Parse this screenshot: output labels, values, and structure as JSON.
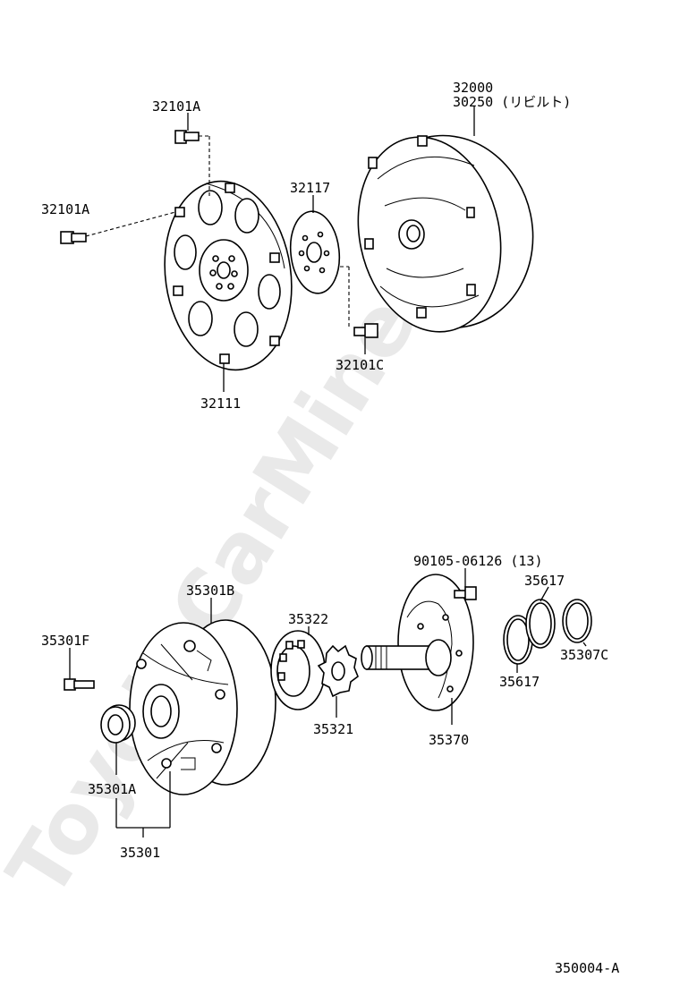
{
  "watermark": "ToyotaCarMine.ru",
  "diagram_id": "350004-A",
  "labels": {
    "p32000": "32000",
    "p30250": "30250 (リビルト)",
    "p32101A_top": "32101A",
    "p32101A_left": "32101A",
    "p32117": "32117",
    "p32101C": "32101C",
    "p32111": "32111",
    "p90105": "90105-06126 (13)",
    "p35617_top": "35617",
    "p35617_bottom": "35617",
    "p35307C": "35307C",
    "p35301B": "35301B",
    "p35322": "35322",
    "p35301F": "35301F",
    "p35321": "35321",
    "p35370": "35370",
    "p35301A": "35301A",
    "p35301": "35301"
  }
}
